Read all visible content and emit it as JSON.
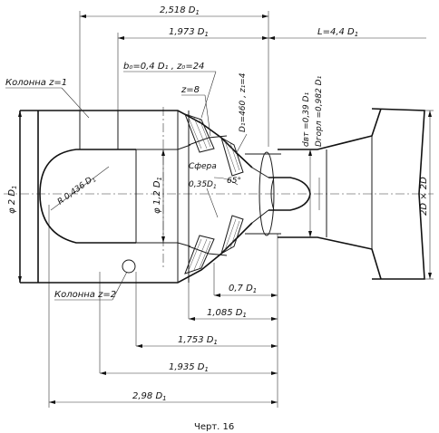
{
  "dimensions": {
    "d_2518": "2,518 D",
    "d_1973": "1,973 D",
    "d_L": "L=4,4 D",
    "d_07": "0,7 D",
    "d_1085": "1,085 D",
    "d_1753": "1,753 D",
    "d_1935": "1,935 D",
    "d_298": "2,98 D",
    "d_phi2": "φ 2 D",
    "d_phi12": "φ 1,2 D",
    "d_2x2": "2D × 2D",
    "d_R": "R 0,436 D",
    "d_sphere_val": "0,35D",
    "d_angle": "65°"
  },
  "subscript": "1",
  "labels": {
    "column1": "Колонна z=1",
    "column2": "Колонна z=2",
    "sphere": "Сфера",
    "b0": "b₀=0,4 D₁ , z₀=24",
    "z8": "z=8",
    "d460": "D₁=460 , z₁=4",
    "dbt": "dвт =0,39 D₁",
    "dgorl": "Dгорл =0,982 D₁"
  },
  "caption": "Черт. 16"
}
